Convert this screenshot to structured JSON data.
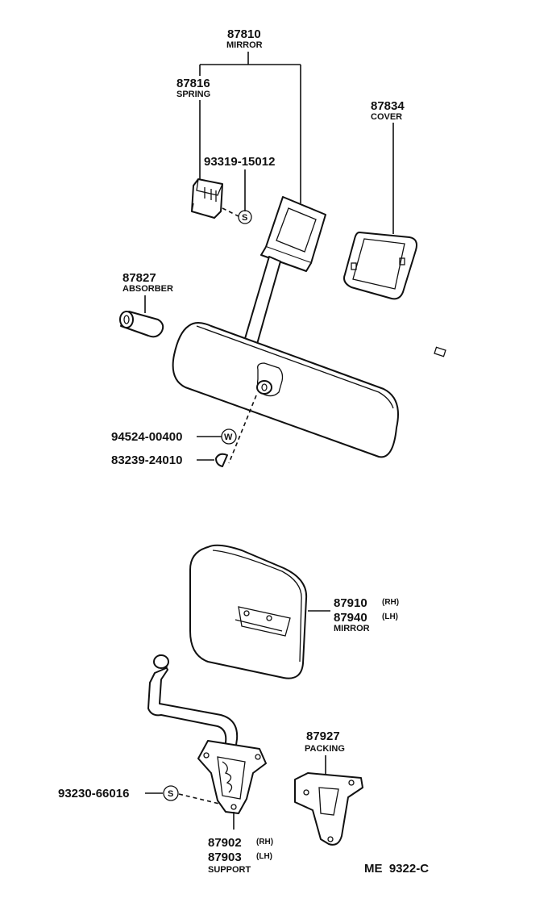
{
  "parts": {
    "mirror_inner": {
      "number": "87810",
      "name": "MIRROR"
    },
    "spring": {
      "number": "87816",
      "name": "SPRING"
    },
    "screw_s": {
      "number": "93319-15012"
    },
    "cover": {
      "number": "87834",
      "name": "COVER"
    },
    "absorber": {
      "number": "87827",
      "name": "ABSORBER"
    },
    "washer": {
      "number": "94524-00400"
    },
    "screw": {
      "number": "83239-24010"
    },
    "outer_mirror": {
      "number_rh": "87910",
      "suffix_rh": "(RH)",
      "number_lh": "87940",
      "suffix_lh": "(LH)",
      "name": "MIRROR"
    },
    "packing": {
      "number": "87927",
      "name": "PACKING"
    },
    "screw_s2": {
      "number": "93230-66016"
    },
    "support": {
      "number_rh": "87902",
      "suffix_rh": "(RH)",
      "number_lh": "87903",
      "suffix_lh": "(LH)",
      "name": "SUPPORT"
    }
  },
  "symbols": {
    "s": "S",
    "w": "W"
  },
  "reference": "ME  9322-C"
}
